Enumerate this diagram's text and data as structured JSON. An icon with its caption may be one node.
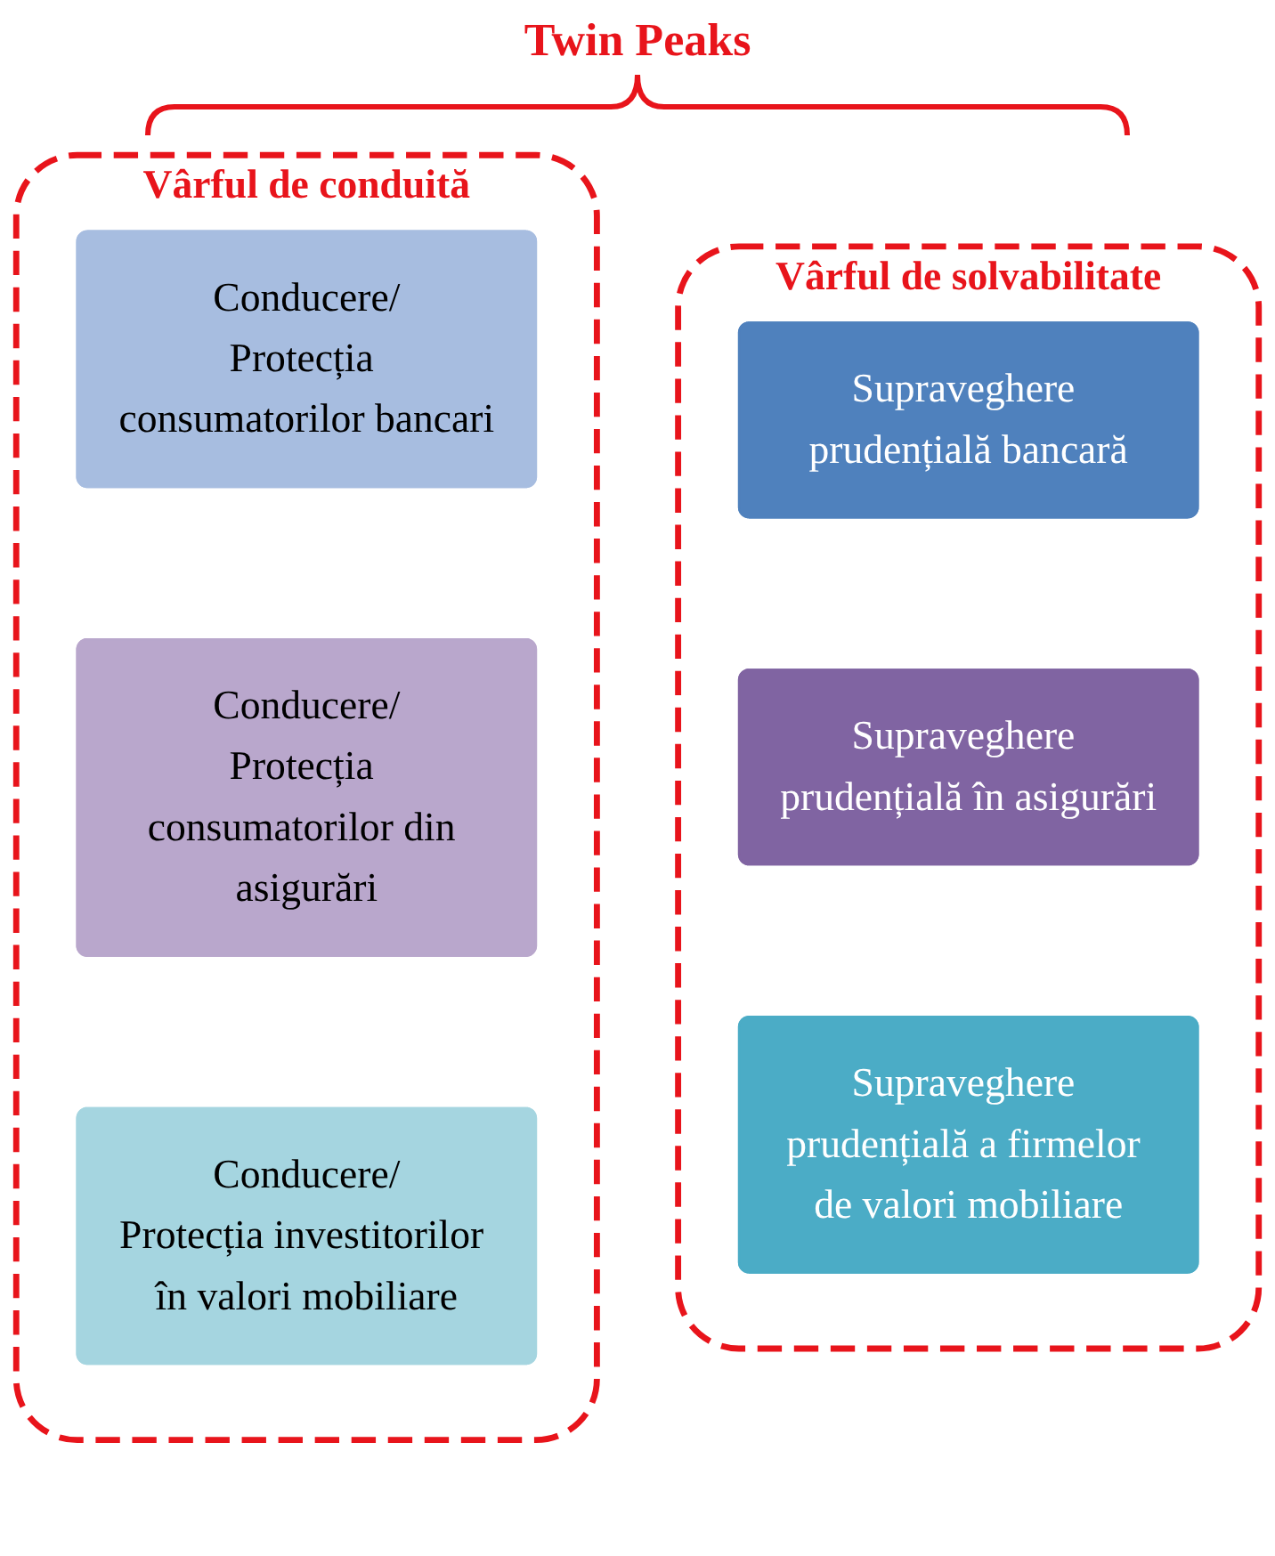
{
  "diagram": {
    "title": "Twin Peaks",
    "nodes": [
      {
        "text": [
          "Vârful de solvabilitate"
        ]
      },
      {
        "text": [
          "Vârful de conduită"
        ]
      },
      {
        "text": [
          "Supraveghere prudențială bancară"
        ],
        "in": 0
      },
      {
        "text": [
          "Supraveghere prudențială în asigurări"
        ],
        "in": 0
      },
      {
        "text": [
          "Supraveghere prudențială a firmelor de valori mobiliare"
        ],
        "in": 0
      },
      {
        "text": [
          "Conducere/",
          "Protecția consumatorilor bancari"
        ],
        "in": 1
      },
      {
        "text": [
          "Conducere/",
          "Protecția consumatorilor din asigurări"
        ],
        "in": 1
      },
      {
        "text": [
          "Conducere/",
          "Protecția investitorilor în valori mobiliare"
        ],
        "in": 1
      }
    ]
  }
}
